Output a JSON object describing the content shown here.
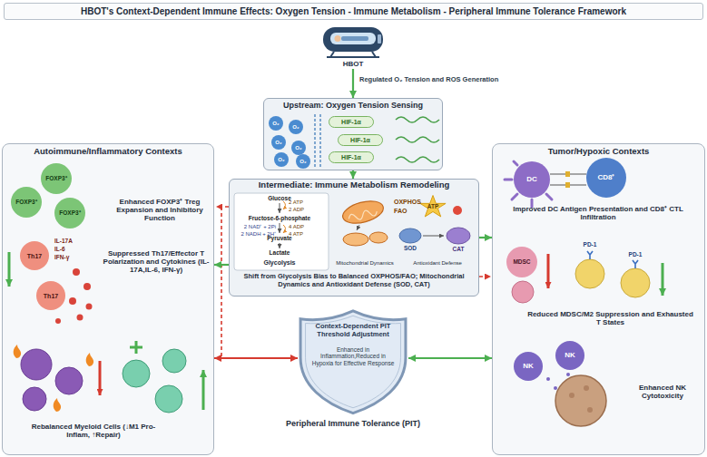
{
  "diagram": {
    "title": "HBOT's Context-Dependent Immune Effects: Oxygen Tension - Immune Metabolism - Peripheral Immune Tolerance Framework",
    "nodes": [
      {
        "text": [
          "HBOT"
        ]
      },
      {
        "text": [
          "Upstream: Oxygen Tension Sensing"
        ]
      },
      {
        "text": [
          "O₂"
        ],
        "in": 1
      },
      {
        "text": [
          "O₂"
        ],
        "in": 1
      },
      {
        "text": [
          "O₂"
        ],
        "in": 1
      },
      {
        "text": [
          "O₂"
        ],
        "in": 1
      },
      {
        "text": [
          "O₂"
        ],
        "in": 1
      },
      {
        "text": [
          "O₂"
        ],
        "in": 1
      },
      {
        "text": [
          "HIF-1α"
        ],
        "in": 1
      },
      {
        "text": [
          "HIF-1α"
        ],
        "in": 1
      },
      {
        "text": [
          "HIF-1α"
        ],
        "in": 1
      },
      {
        "text": [
          "Autoimmune/Inflammatory Contexts",
          "Enhanced FOXP3⁺ Treg Expansion and Inhibitory Function",
          "Suppressed Th17/Effector T Polarization and Cytokines (IL-17A,IL-6, IFN-γ)",
          "Rebalanced Myeloid Cells (↓M1 Pro-Inflam, ↑Repair)"
        ]
      },
      {
        "text": [
          "FOXP3⁺"
        ],
        "in": 11
      },
      {
        "text": [
          "FOXP3⁺"
        ],
        "in": 11
      },
      {
        "text": [
          "FOXP3⁺"
        ],
        "in": 11
      },
      {
        "text": [
          "Th17"
        ],
        "in": 11
      },
      {
        "text": [
          "Th17"
        ],
        "in": 11
      },
      {
        "text": [
          "Intermediate: Immune Metabolism Remodeling",
          "Shift from Glycolysis Bias to Balanced OXPHOS/FAO; Mitochondrial Dynamics and Antioxidant Defense (SOD, CAT)"
        ]
      },
      {
        "text": [
          "ATP"
        ],
        "in": 17
      },
      {
        "text": [
          "Tumor/Hypoxic Contexts",
          "Improved DC Antigen Presentation and CD8⁺ CTL Infiltration",
          "Reduced MDSC/M2 Suppression and Exhausted T States",
          "Enhanced NK Cytotoxicity"
        ]
      },
      {
        "text": [
          "DC"
        ],
        "in": 19
      },
      {
        "text": [
          "CD8⁺"
        ],
        "in": 19
      },
      {
        "text": [
          "MDSC"
        ],
        "in": 19
      },
      {
        "text": [
          "NK"
        ],
        "in": 19
      },
      {
        "text": [
          "NK"
        ],
        "in": 19
      },
      {
        "text": [
          "Context-Dependent PIT Threshold Adjustment",
          "Enhanced in Inflammation,Reduced in Hypoxia for Effective Response",
          "Peripheral Immune Tolerance (PIT)"
        ]
      }
    ],
    "edges": [
      {
        "from": 0,
        "to": 1,
        "arrow": "to",
        "label": "Regulated O₂ Tension and ROS Generation"
      },
      {
        "from": 1,
        "to": 17,
        "arrow": "to"
      },
      {
        "from": 17,
        "to": 11,
        "arrow": "to"
      },
      {
        "from": 17,
        "to": 19,
        "arrow": "to"
      },
      {
        "from": 25,
        "to": 11,
        "arrow": "both"
      },
      {
        "from": 25,
        "to": 19,
        "arrow": "both"
      }
    ],
    "labels": [
      "IL-17A",
      "IL-6",
      "IFN-γ",
      "Glucose",
      "2 ATP",
      "2 ADP",
      "Fructose-6-phosphate",
      "2 NAD⁺ + 2Pi",
      "2 NADH + 2H⁺",
      "4 ADP",
      "4 ATP",
      "Pyruvate",
      "Lactate",
      "Glycolysis",
      "OXPHOS",
      "FAO",
      "SOD",
      "CAT",
      "Mitochondrial Dynamics",
      "Antioxidant Defense",
      "PD-1",
      "PD-1"
    ]
  }
}
